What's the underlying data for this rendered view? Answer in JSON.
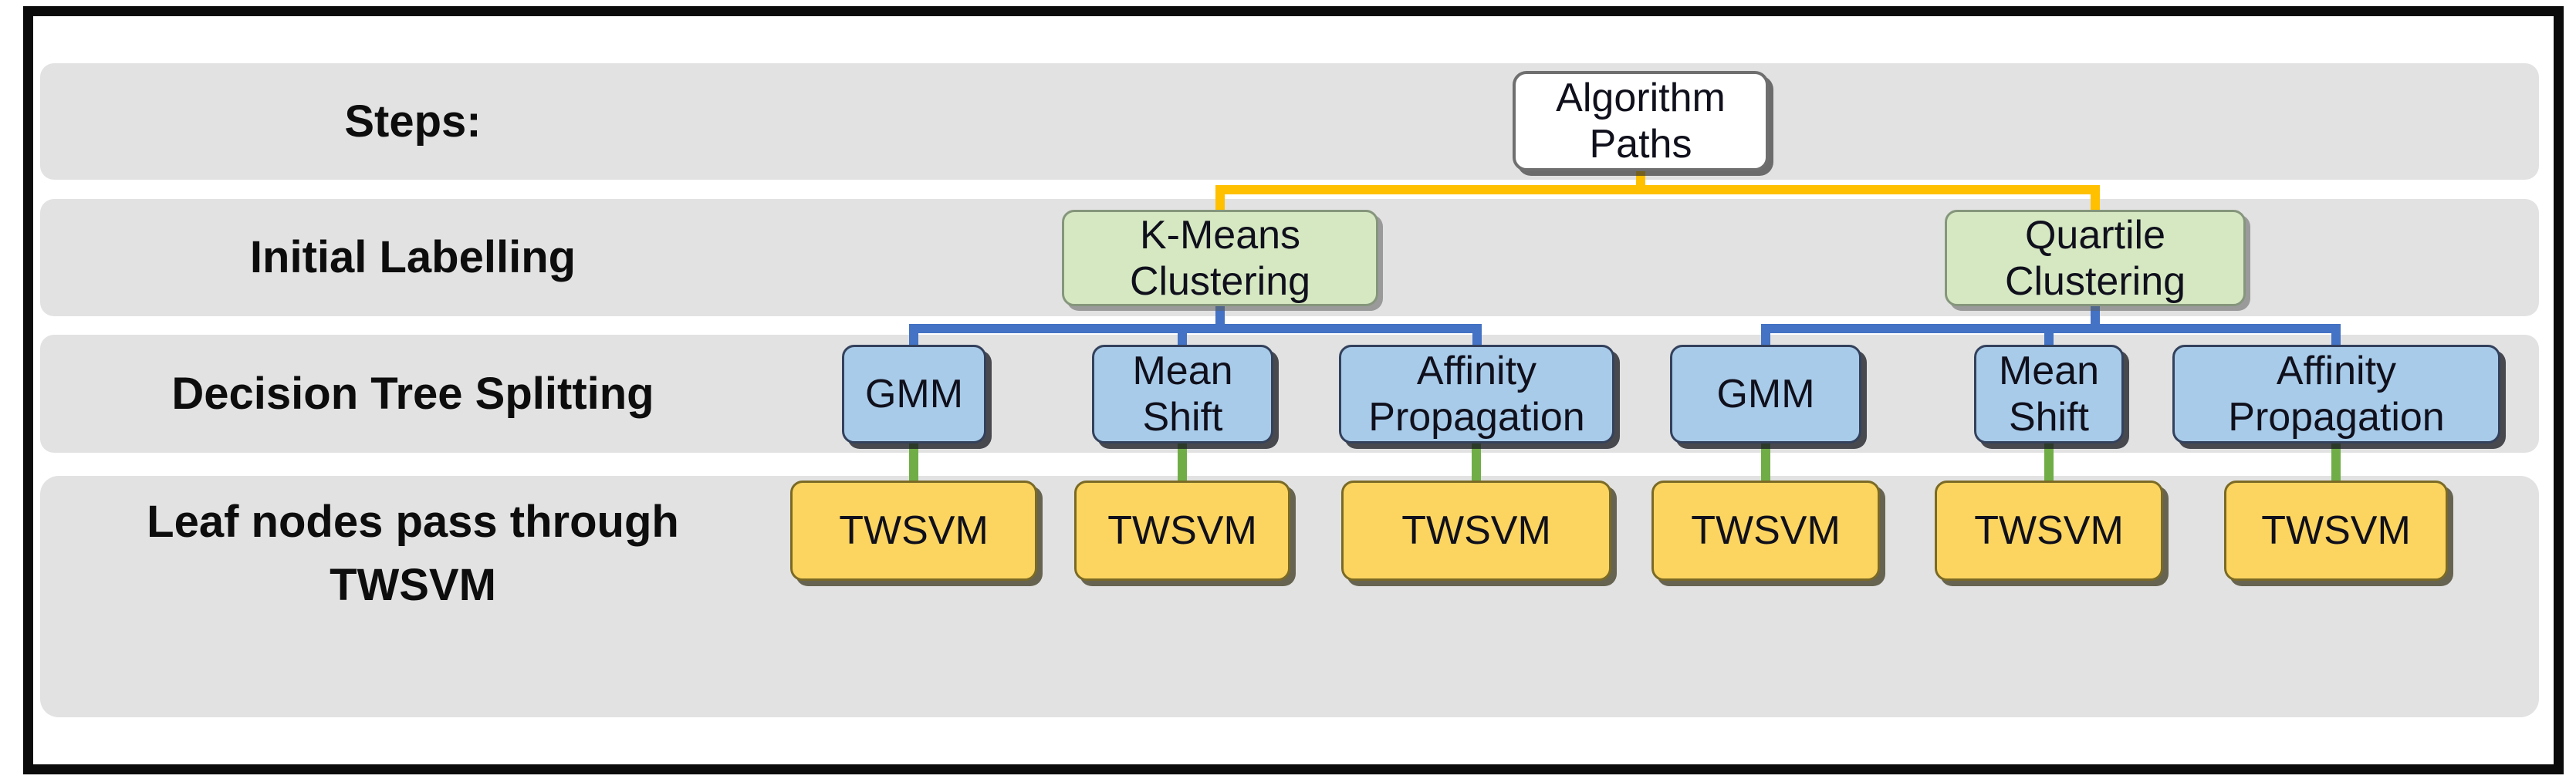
{
  "diagram": {
    "row_labels": [
      "Steps:",
      "Initial Labelling",
      "Decision Tree Splitting",
      "Leaf nodes pass through\nTWSVM"
    ],
    "nodes": {
      "root": {
        "label": "Algorithm\nPaths"
      },
      "initial_labelling": [
        {
          "label": "K-Means\nClustering"
        },
        {
          "label": "Quartile\nClustering"
        }
      ],
      "decision_tree_splitting": [
        {
          "label": "GMM"
        },
        {
          "label": "Mean\nShift"
        },
        {
          "label": "Affinity\nPropagation"
        },
        {
          "label": "GMM"
        },
        {
          "label": "Mean\nShift"
        },
        {
          "label": "Affinity\nPropagation"
        }
      ],
      "leaf_nodes": [
        {
          "label": "TWSVM"
        },
        {
          "label": "TWSVM"
        },
        {
          "label": "TWSVM"
        },
        {
          "label": "TWSVM"
        },
        {
          "label": "TWSVM"
        },
        {
          "label": "TWSVM"
        }
      ]
    },
    "colors": {
      "row_band": "#e2e2e2",
      "root_fill": "#ffffff",
      "initial_fill": "#d5e8c2",
      "splitting_fill": "#a8cbe9",
      "leaf_fill": "#fcd560",
      "root_connector": "#ffc000",
      "splitting_connector": "#4472c4",
      "leaf_connector": "#70ad47"
    }
  }
}
